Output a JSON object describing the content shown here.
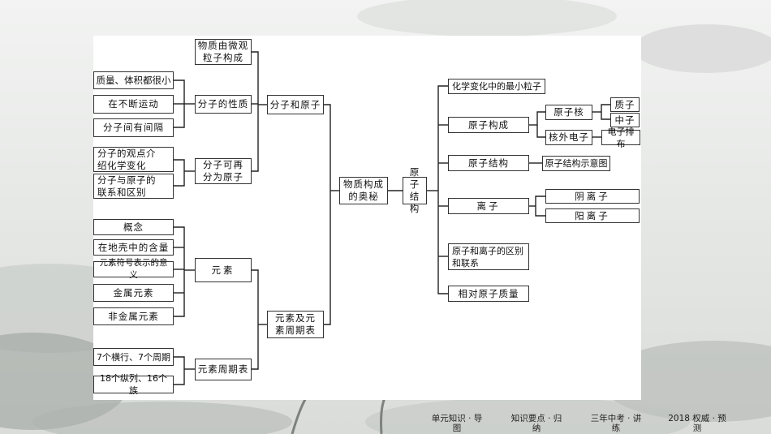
{
  "root": "物质构成\n的奥秘",
  "branches": {
    "molecule_atom": "分子和原子",
    "element_table": "元素及元\n素周期表",
    "atom_structure": "原子\n结构"
  },
  "molecule": {
    "micro": "物质由微观\n粒子构成",
    "properties": "分子的性质",
    "divisible": "分子可再\n分为原子",
    "prop_items": [
      "质量、体积都很小",
      "在不断运动",
      "分子间有间隔"
    ],
    "div_items": [
      "分子的观点介\n绍化学变化",
      "分子与原子的\n联系和区别"
    ]
  },
  "element": {
    "label": "元素",
    "items": [
      "概念",
      "在地壳中的含量",
      "元素符号表示的意义",
      "金属元素",
      "非金属元素"
    ],
    "table_label": "元素周期表",
    "table_items": [
      "7个横行、7个周期",
      "18个纵列、16个族"
    ]
  },
  "atom": {
    "smallest": "化学变化中的最小粒子",
    "composition": "原子构成",
    "nucleus": "原子核",
    "proton": "质子",
    "neutron": "中子",
    "electron": "核外电子",
    "arrangement": "电子排布",
    "structure": "原子结构",
    "diagram": "原子结构示意图",
    "ion": "离子",
    "anion": "阴离子",
    "cation": "阳离子",
    "ion_relation": "原子和离子的区别\n和联系",
    "relative_mass": "相对原子质量"
  },
  "footer": {
    "items": [
      "单元知识 · 导\n图",
      "知识要点 · 归\n纳",
      "三年中考 · 讲\n练",
      "2018 权威 · 预\n测"
    ]
  }
}
